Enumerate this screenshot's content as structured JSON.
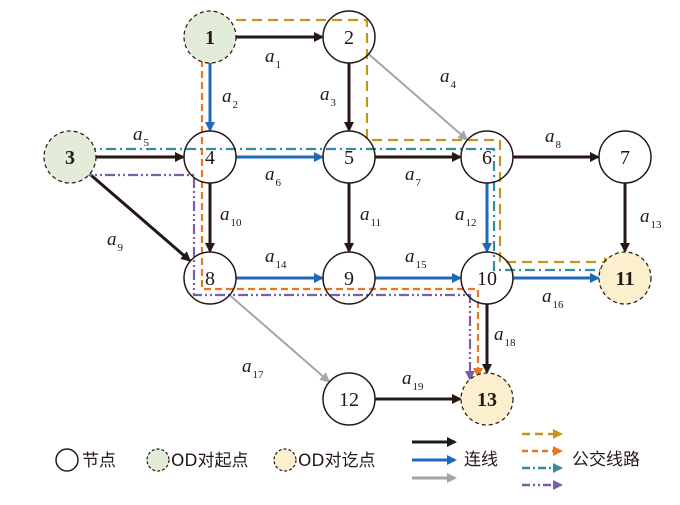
{
  "colors": {
    "node_stroke": "#231815",
    "origin_fill": "#e3ebd9",
    "destination_fill": "#fbefce",
    "link_black": "#231815",
    "link_blue": "#1b6bb8",
    "link_gray": "#a5a5a5",
    "route_gold": "#c5961f",
    "route_orange": "#e87722",
    "route_teal": "#3a8b9e",
    "route_purple": "#7b5ea7"
  },
  "nodes": [
    {
      "id": "1",
      "label": "1",
      "type": "origin"
    },
    {
      "id": "2",
      "label": "2",
      "type": "normal"
    },
    {
      "id": "3",
      "label": "3",
      "type": "origin"
    },
    {
      "id": "4",
      "label": "4",
      "type": "normal"
    },
    {
      "id": "5",
      "label": "5",
      "type": "normal"
    },
    {
      "id": "6",
      "label": "6",
      "type": "normal"
    },
    {
      "id": "7",
      "label": "7",
      "type": "normal"
    },
    {
      "id": "8",
      "label": "8",
      "type": "normal"
    },
    {
      "id": "9",
      "label": "9",
      "type": "normal"
    },
    {
      "id": "10",
      "label": "10",
      "type": "normal"
    },
    {
      "id": "11",
      "label": "11",
      "type": "destination"
    },
    {
      "id": "12",
      "label": "12",
      "type": "normal"
    },
    {
      "id": "13",
      "label": "13",
      "type": "destination"
    }
  ],
  "edges": [
    {
      "name": "a",
      "sub": "1",
      "from": "1",
      "to": "2",
      "style": "black"
    },
    {
      "name": "a",
      "sub": "2",
      "from": "1",
      "to": "4",
      "style": "blue"
    },
    {
      "name": "a",
      "sub": "3",
      "from": "2",
      "to": "5",
      "style": "black"
    },
    {
      "name": "a",
      "sub": "4",
      "from": "2",
      "to": "6",
      "style": "gray"
    },
    {
      "name": "a",
      "sub": "5",
      "from": "3",
      "to": "4",
      "style": "black"
    },
    {
      "name": "a",
      "sub": "6",
      "from": "4",
      "to": "5",
      "style": "blue"
    },
    {
      "name": "a",
      "sub": "7",
      "from": "5",
      "to": "6",
      "style": "black"
    },
    {
      "name": "a",
      "sub": "8",
      "from": "6",
      "to": "7",
      "style": "black"
    },
    {
      "name": "a",
      "sub": "9",
      "from": "3",
      "to": "8",
      "style": "black"
    },
    {
      "name": "a",
      "sub": "10",
      "from": "4",
      "to": "8",
      "style": "black"
    },
    {
      "name": "a",
      "sub": "11",
      "from": "5",
      "to": "9",
      "style": "black"
    },
    {
      "name": "a",
      "sub": "12",
      "from": "6",
      "to": "10",
      "style": "blue"
    },
    {
      "name": "a",
      "sub": "13",
      "from": "7",
      "to": "11",
      "style": "black"
    },
    {
      "name": "a",
      "sub": "14",
      "from": "8",
      "to": "9",
      "style": "blue"
    },
    {
      "name": "a",
      "sub": "15",
      "from": "9",
      "to": "10",
      "style": "blue"
    },
    {
      "name": "a",
      "sub": "16",
      "from": "10",
      "to": "11",
      "style": "blue"
    },
    {
      "name": "a",
      "sub": "17",
      "from": "8",
      "to": "12",
      "style": "gray"
    },
    {
      "name": "a",
      "sub": "18",
      "from": "10",
      "to": "13",
      "style": "black"
    },
    {
      "name": "a",
      "sub": "19",
      "from": "12",
      "to": "13",
      "style": "black"
    }
  ],
  "bus_routes": [
    {
      "name": "gold-dashed",
      "style": "gold",
      "nodes": [
        "1",
        "2",
        "5",
        "6",
        "10",
        "11"
      ]
    },
    {
      "name": "orange-dashed",
      "style": "orange",
      "nodes": [
        "1",
        "4",
        "8",
        "9",
        "10",
        "13"
      ]
    },
    {
      "name": "teal-dashdot",
      "style": "teal",
      "nodes": [
        "3",
        "4",
        "5",
        "6",
        "10",
        "11"
      ]
    },
    {
      "name": "purple-dashdotdot",
      "style": "purple",
      "nodes": [
        "3",
        "4",
        "8",
        "9",
        "10",
        "13"
      ]
    }
  ],
  "legend": {
    "node": "节点",
    "origin": "OD对起点",
    "destination": "OD对讫点",
    "link": "连线",
    "bus_route": "公交线路"
  }
}
